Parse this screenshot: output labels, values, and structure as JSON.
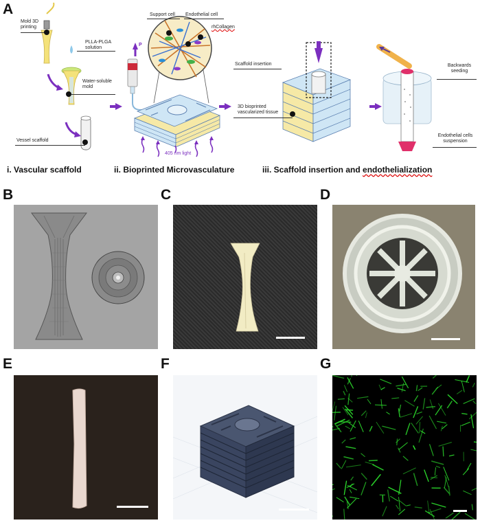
{
  "panels": {
    "A": "A",
    "B": "B",
    "C": "C",
    "D": "D",
    "E": "E",
    "F": "F",
    "G": "G"
  },
  "panel_a": {
    "labels": {
      "mold_printing": "Mold 3D printing",
      "plla_plga": "PLLA-PLGA solution",
      "water_soluble": "Water-soluble mold",
      "vessel_scaffold": "Vessel scaffold",
      "support_cell": "Support cell",
      "endothelial_cell": "Endothelial cell",
      "rhcollagen": "rhCollagen",
      "pressure": "P",
      "light": "405 nm light",
      "scaffold_insertion": "Scaffold insertion",
      "bioprinted_tissue": "3D bioprinted vascularized tissue",
      "backwards_seeding": "Backwards seeding",
      "endothelial_suspension": "Endothelial cells suspension"
    },
    "sections": {
      "s1": "i. Vascular scaffold",
      "s2": "ii. Bioprinted Microvasculature",
      "s3_part1": "iii. Scaffold insertion and ",
      "s3_part2": "endothelialization"
    }
  },
  "colors": {
    "arrow": "#7b2fbf",
    "mold_yellow": "#f4e27a",
    "scaffold_blue": "#cfe6f5",
    "tissue_yellow": "#f6e9a6",
    "pink": "#e0306a",
    "photo_gray": "#9c9c9c",
    "photo_dark": "#2a2a2a",
    "fluor_green": "#2de02d"
  }
}
